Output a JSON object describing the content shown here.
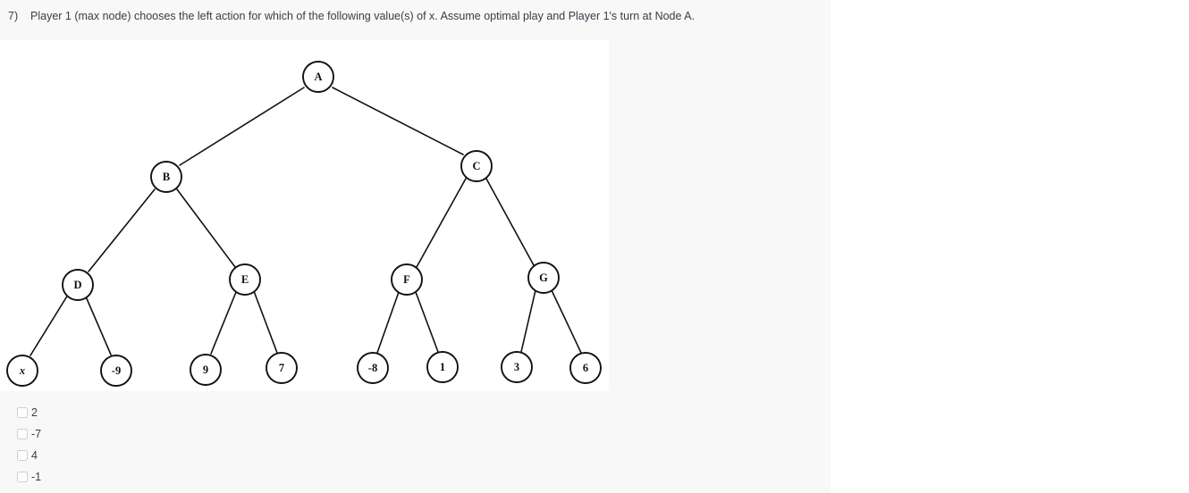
{
  "question": {
    "number": "7)",
    "text": "Player 1 (max node) chooses the left action for which of the following value(s) of x. Assume optimal play and Player 1's turn at Node A."
  },
  "figure": {
    "caption": "game-tree-minimax",
    "nodes": {
      "a": "A",
      "b": "B",
      "c": "C",
      "d": "D",
      "e": "E",
      "f": "F",
      "g": "G",
      "leaf1": "x",
      "leaf2": "-9",
      "leaf3": "9",
      "leaf4": "7",
      "leaf5": "-8",
      "leaf6": "1",
      "leaf7": "3",
      "leaf8": "6"
    }
  },
  "options": [
    {
      "label": "2",
      "checked": false
    },
    {
      "label": "-7",
      "checked": false
    },
    {
      "label": "4",
      "checked": false
    },
    {
      "label": "-1",
      "checked": false
    }
  ],
  "colors": {
    "page_background": "#f8f8f8",
    "panel_background": "#ffffff",
    "text": "#3b3b4a",
    "stroke": "#111111",
    "checkbox_border": "#cfcfcf"
  }
}
